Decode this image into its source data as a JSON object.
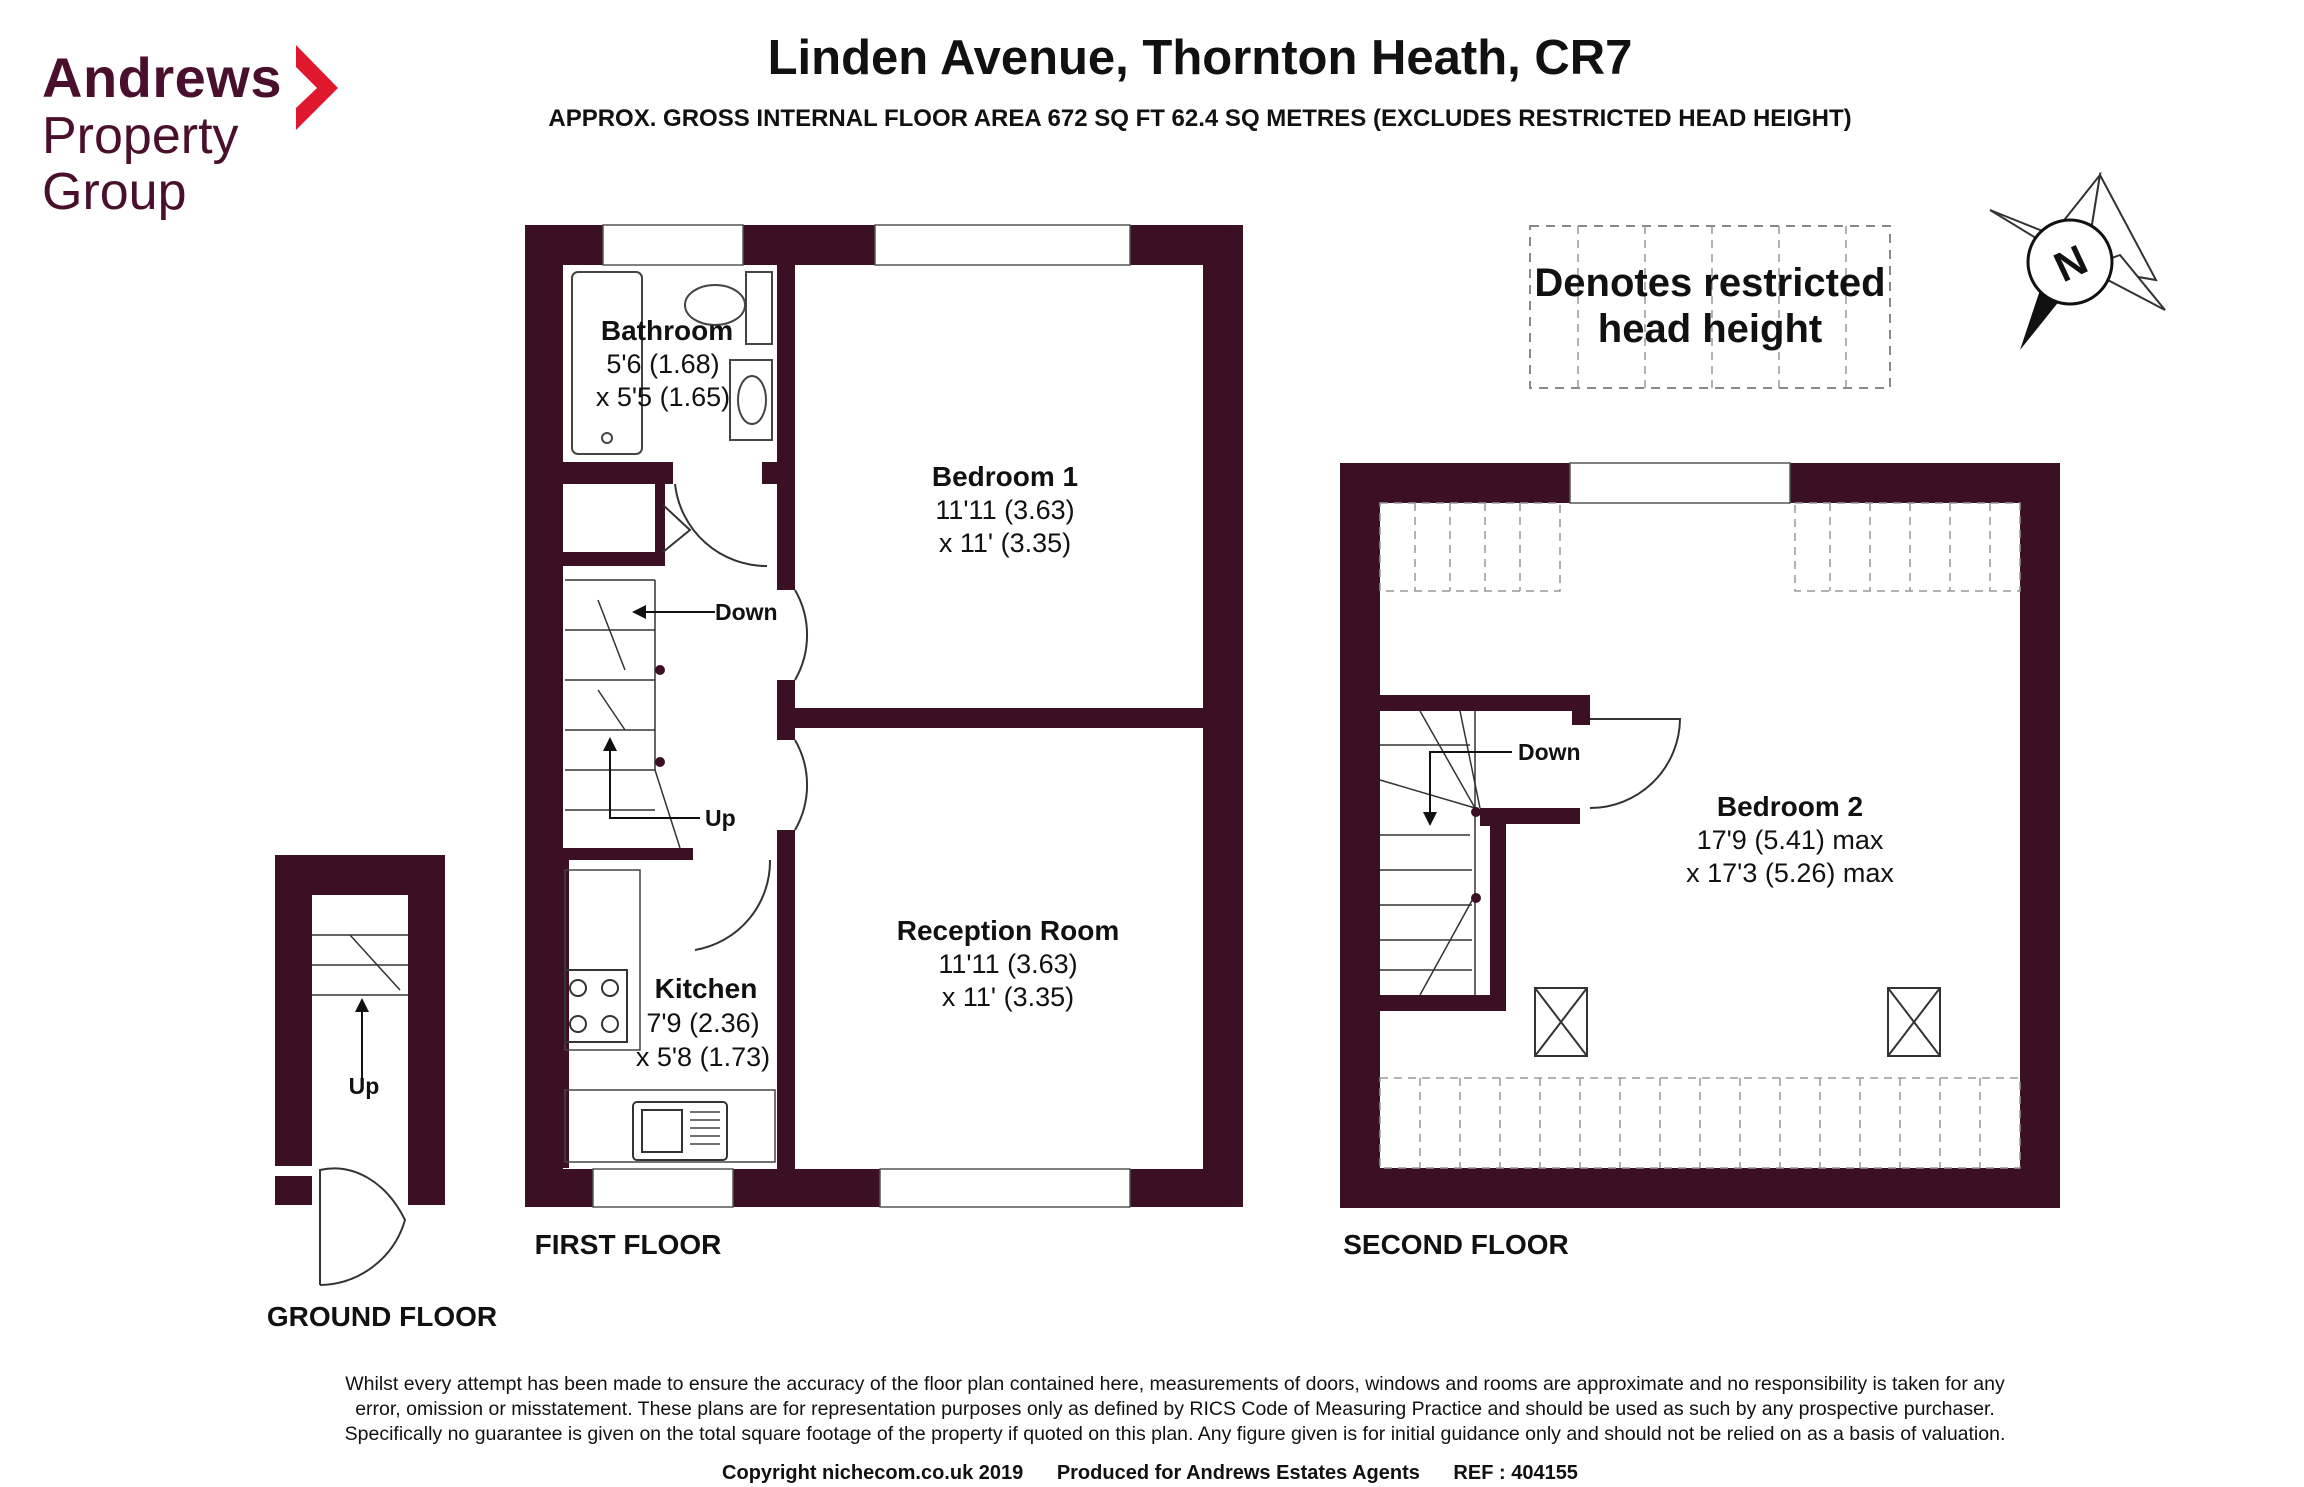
{
  "brand": {
    "line1": "Andrews",
    "line2": "Property",
    "line3": "Group",
    "color": "#4a0f2c",
    "accent": "#e0182d"
  },
  "title": "Linden Avenue, Thornton Heath, CR7",
  "subtitle": "APPROX. GROSS INTERNAL FLOOR AREA 672 SQ FT 62.4 SQ METRES (EXCLUDES RESTRICTED HEAD HEIGHT)",
  "legend": {
    "line1": "Denotes restricted",
    "line2": "head height"
  },
  "compass": {
    "label": "N"
  },
  "wall_color": "#3b1024",
  "floors": {
    "ground": {
      "label": "GROUND FLOOR",
      "stair_label": "Up"
    },
    "first": {
      "label": "FIRST FLOOR",
      "rooms": {
        "bathroom": {
          "name": "Bathroom",
          "dim1": "5'6 (1.68)",
          "dim2": "x 5'5 (1.65)"
        },
        "bedroom1": {
          "name": "Bedroom 1",
          "dim1": "11'11 (3.63)",
          "dim2": "x 11' (3.35)"
        },
        "reception": {
          "name": "Reception Room",
          "dim1": "11'11 (3.63)",
          "dim2": "x 11' (3.35)"
        },
        "kitchen": {
          "name": "Kitchen",
          "dim1": "7'9 (2.36)",
          "dim2": "x 5'8 (1.73)"
        }
      },
      "stair_down": "Down",
      "stair_up": "Up"
    },
    "second": {
      "label": "SECOND FLOOR",
      "rooms": {
        "bedroom2": {
          "name": "Bedroom 2",
          "dim1": "17'9 (5.41) max",
          "dim2": "x 17'3 (5.26) max"
        }
      },
      "stair_down": "Down"
    }
  },
  "disclaimer": {
    "line1": "Whilst every attempt has been made to ensure the accuracy of the floor plan contained here, measurements of doors, windows and rooms are approximate and no responsibility is taken for any",
    "line2": "error, omission or misstatement. These plans are for representation purposes only as defined by RICS Code of Measuring Practice and should be used as such by any prospective purchaser.",
    "line3": "Specifically no guarantee is given on the total square footage of the property if quoted on this plan. Any figure given is for initial guidance only and should not be relied on as a basis of valuation."
  },
  "footer": {
    "copyright": "Copyright nichecom.co.uk 2019",
    "produced": "Produced for Andrews Estates Agents",
    "ref": "REF : 404155"
  }
}
